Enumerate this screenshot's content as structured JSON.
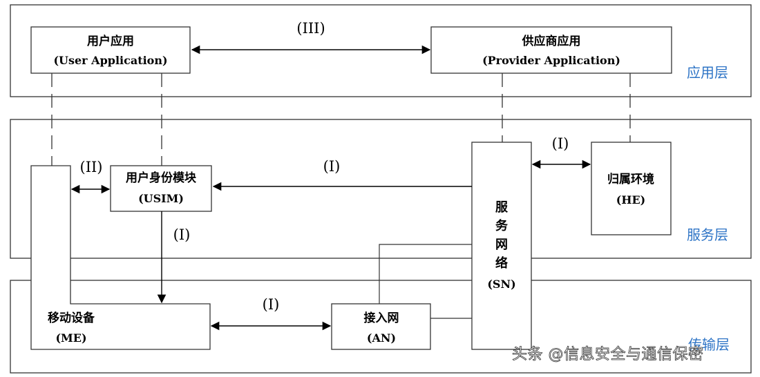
{
  "layers": {
    "application": "应用层",
    "service": "服务层",
    "transport": "传输层"
  },
  "nodes": {
    "user_app": {
      "cn": "用户应用",
      "en": "(User Application)"
    },
    "provider_app": {
      "cn": "供应商应用",
      "en": "(Provider Application)"
    },
    "usim": {
      "cn": "用户身份模块",
      "en": "(USIM)"
    },
    "home_env": {
      "cn": "归属环境",
      "en": "(HE)"
    },
    "serving_network": {
      "chars": [
        "服",
        "务",
        "网",
        "络"
      ],
      "en": "(SN)"
    },
    "mobile_equipment": {
      "cn": "移动设备",
      "en": "(ME)"
    },
    "access_network": {
      "cn": "接入网",
      "en": "(AN)"
    }
  },
  "links": {
    "app_level": "(III)",
    "me_usim": "(II)",
    "sn_usim": "(I)",
    "sn_he": "(I)",
    "usim_me": "(I)",
    "me_an": "(I)"
  },
  "watermark": "头条 @信息安全与通信保密"
}
